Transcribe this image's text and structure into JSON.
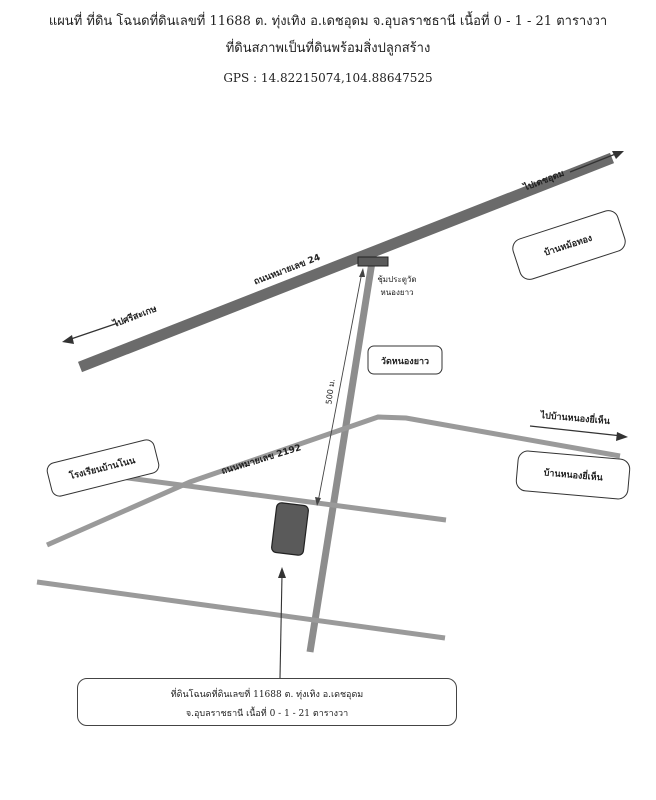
{
  "header": {
    "line1": "แผนที่ ที่ดิน โฉนดที่ดินเลขที่ 11688  ต. ทุ่งเทิง   อ.เดชอุดม  จ.อุบลราชธานี เนื้อที่ 0 - 1 - 21 ตารางวา",
    "line2": "ที่ดินสภาพเป็นที่ดินพร้อมสิ่งปลูกสร้าง",
    "gps": "GPS :  14.82215074,104.88647525"
  },
  "map": {
    "road_24": "ถนนหมายเลข 24",
    "road_2192": "ถนนหมายเลข 2192",
    "to_det_udom": "ไปเดชอุดม",
    "to_sisaket": "ไปศรีสะเกษ",
    "to_ban_nong_yee_hen": "ไปบ้านหนองยี่เห็น",
    "junction": "ชุ้มประตูวัด",
    "junction_sub": "หนองยาว",
    "distance": "500 ม.",
    "ban_mor_thong": "บ้านหม้อทอง",
    "wat_nong_yao": "วัดหนองยาว",
    "school": "โรงเรียนบ้านโนน",
    "ban_nong_yee_hen": "บ้านหนองยี่เห็น"
  },
  "caption": {
    "line1": "ที่ดินโฉนดที่ดินเลขที่ 11688  ต. ทุ่งเทิง   อ.เดชอุดม",
    "line2": "จ.อุบลราชธานี เนื้อที่ 0 - 1 - 21  ตารางวา"
  },
  "colors": {
    "main_road": "#6b6b6b",
    "minor_road": "#9a9a9a",
    "plot": "#5a5a5a",
    "outline": "#333333"
  }
}
